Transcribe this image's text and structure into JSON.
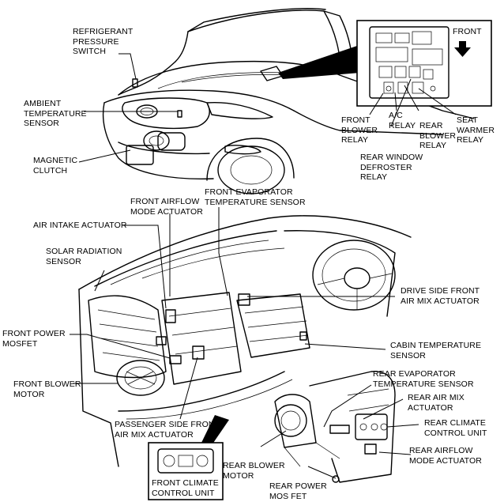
{
  "labels": {
    "refrigerant_pressure_switch": "REFRIGERANT\nPRESSURE\nSWITCH",
    "ambient_temperature_sensor": "AMBIENT\nTEMPERATURE\nSENSOR",
    "magnetic_clutch": "MAGNETIC\nCLUTCH",
    "front": "FRONT",
    "front_blower_relay": "FRONT\nBLOWER\nRELAY",
    "ac_relay": "A/C\nRELAY",
    "rear_blower_relay": "REAR\nBLOWER\nRELAY",
    "seat_warmer_relay": "SEAT\nWARMER\nRELAY",
    "rear_window_defroster_relay": "REAR WINDOW\nDEFROSTER\nRELAY",
    "front_evaporator_temperature_sensor": "FRONT EVAPORATOR\nTEMPERATURE SENSOR",
    "front_airflow_mode_actuator": "FRONT AIRFLOW\nMODE ACTUATOR",
    "air_intake_actuator": "AIR INTAKE ACTUATOR",
    "solar_radiation_sensor": "SOLAR RADIATION\nSENSOR",
    "drive_side_front_air_mix_actuator": "DRIVE SIDE FRONT\nAIR MIX ACTUATOR",
    "front_power_mosfet": "FRONT POWER\nMOSFET",
    "cabin_temperature_sensor": "CABIN TEMPERATURE\nSENSOR",
    "front_blower_motor": "FRONT BLOWER\nMOTOR",
    "rear_evaporator_temperature_sensor": "REAR EVAPORATOR\nTEMPERATURE SENSOR",
    "rear_air_mix_actuator": "REAR AIR MIX\nACTUATOR",
    "rear_climate_control_unit": "REAR CLIMATE\nCONTROL UNIT",
    "passenger_side_front_air_mix_actuator": "PASSENGER SIDE FRONT\nAIR MIX ACTUATOR",
    "rear_airflow_mode_actuator": "REAR AIRFLOW\nMODE ACTUATOR",
    "rear_blower_motor": "REAR BLOWER\nMOTOR",
    "rear_power_mos_fet": "REAR POWER\nMOS FET",
    "front_climate_control_unit": "FRONT CLIMATE\nCONTROL UNIT"
  }
}
